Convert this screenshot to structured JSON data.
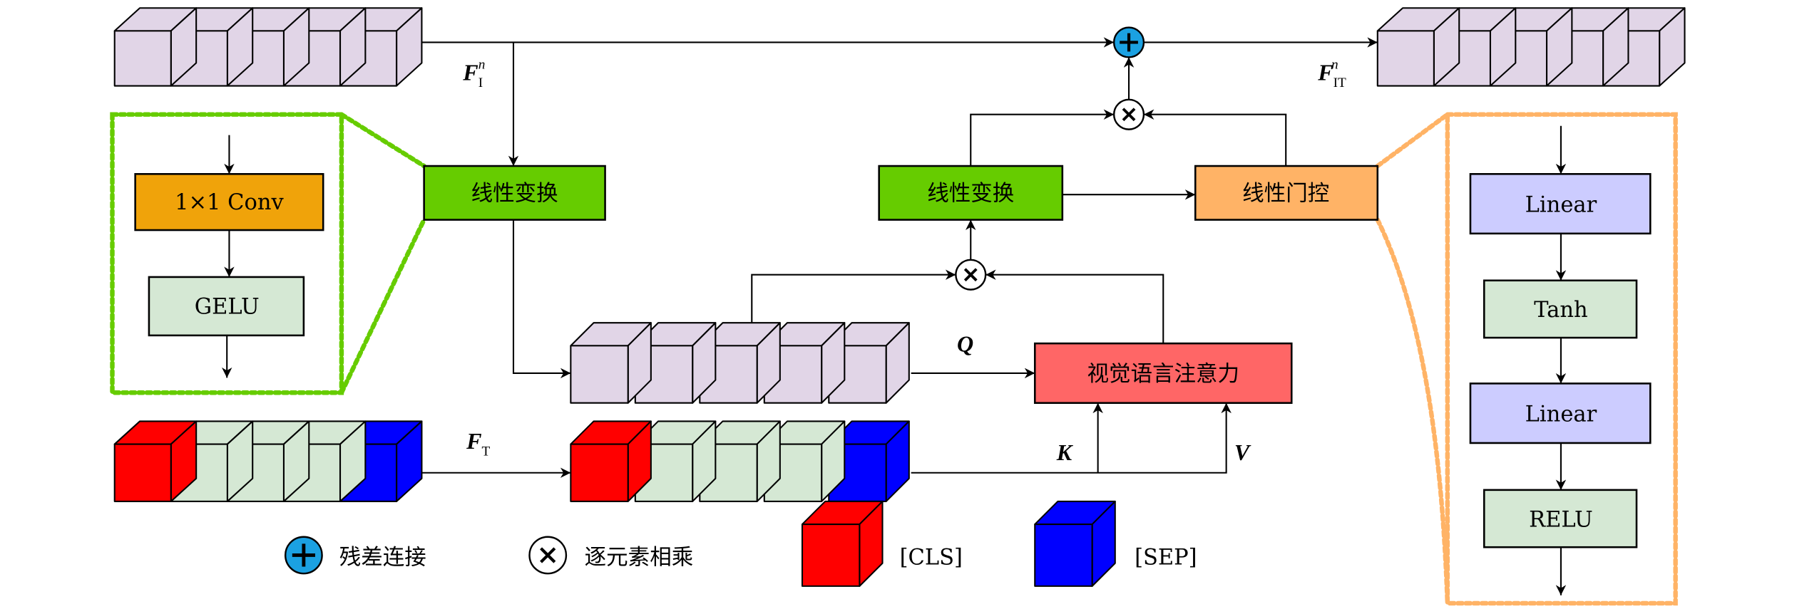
{
  "colors": {
    "image_feature": "#e1d5e7",
    "text_token": "#d5e8d4",
    "cls": "#ff0000",
    "sep": "#0000ff",
    "linear_transform": "#66cc00",
    "conv": "#f0a30a",
    "gate": "#ffb366",
    "attention": "#ff6666",
    "linear_block": "#ccccff",
    "activation_block": "#d5e8d4",
    "residual": "#1ba1e2",
    "green_dash": "#66cc00",
    "orange_dash": "#ffb366"
  },
  "stacks": {
    "input_image": [
      "image_feature",
      "image_feature",
      "image_feature",
      "image_feature",
      "image_feature"
    ],
    "output_image": [
      "image_feature",
      "image_feature",
      "image_feature",
      "image_feature",
      "image_feature"
    ],
    "query": [
      "image_feature",
      "image_feature",
      "image_feature",
      "image_feature",
      "image_feature"
    ],
    "input_text": [
      "cls",
      "text_token",
      "text_token",
      "text_token",
      "sep"
    ],
    "key_value": [
      "cls",
      "text_token",
      "text_token",
      "text_token",
      "sep"
    ]
  },
  "labels": {
    "f_i": {
      "base": "F",
      "sub": "I",
      "sup": "n"
    },
    "f_it": {
      "base": "F",
      "sub": "IT",
      "sup": "n"
    },
    "f_t": {
      "base": "F",
      "sub": "T"
    },
    "q": "Q",
    "k": "K",
    "v": "V"
  },
  "blocks": {
    "linear_transform_1": "线性变换",
    "linear_transform_2": "线性变换",
    "linear_gate": "线性门控",
    "attention": "视觉语言注意力"
  },
  "gelu_detail": {
    "conv": "1×1 Conv",
    "gelu": "GELU"
  },
  "gate_detail": {
    "linear1": "Linear",
    "tanh": "Tanh",
    "linear2": "Linear",
    "relu": "RELU"
  },
  "legend": {
    "residual": "残差连接",
    "elementwise": "逐元素相乘",
    "cls": "[CLS]",
    "sep": "[SEP]"
  },
  "symbols": {
    "plus": "plus-circle-icon",
    "times": "times-circle-icon"
  }
}
